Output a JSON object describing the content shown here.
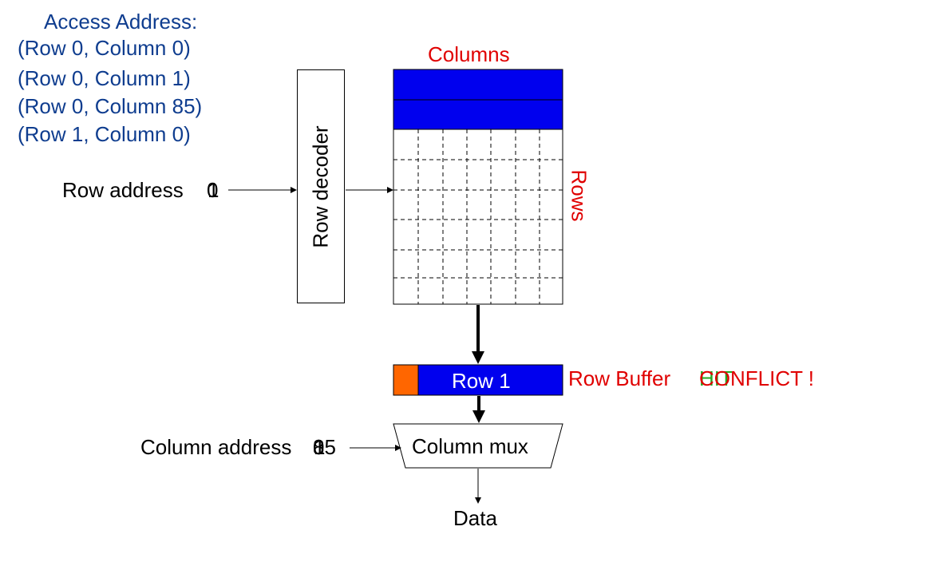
{
  "access": {
    "heading": "Access Address:",
    "items": [
      "(Row 0, Column 0)",
      "(Row 0, Column 1)",
      "(Row 0, Column 85)",
      "(Row 1, Column 0)"
    ]
  },
  "labels": {
    "columns": "Columns",
    "rows": "Rows",
    "row_decoder": "Row decoder",
    "row_address": "Row address ",
    "row_address_values": [
      "0",
      "1"
    ],
    "column_address": "Column address ",
    "column_address_values": [
      "0",
      "1",
      "85"
    ],
    "column_mux": "Column mux",
    "data": "Data"
  },
  "row_buffer": {
    "content": "Row 1",
    "label": "Row Buffer ",
    "status_overlaid": [
      "HIT",
      "CONFLICT !"
    ]
  },
  "colors": {
    "array_fill": "#0000ee",
    "highlight_cell": "#ff6600",
    "address_text": "#0f3d8f",
    "label_red": "#e00000",
    "hit_green": "#22aa22"
  }
}
